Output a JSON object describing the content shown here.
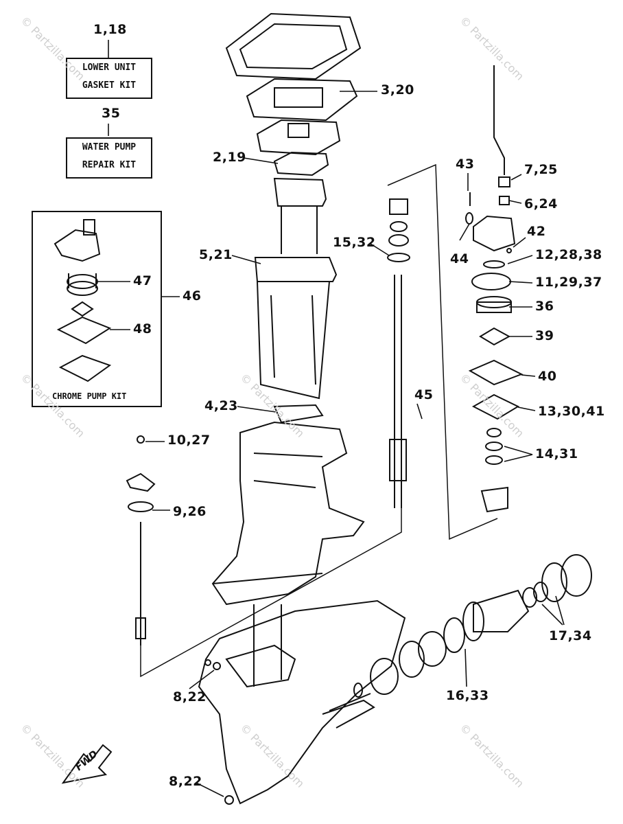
{
  "kits": {
    "lower_unit": {
      "ref": "1,18",
      "line1": "LOWER UNIT",
      "line2": "GASKET KIT"
    },
    "water_pump": {
      "ref": "35",
      "line1": "WATER PUMP",
      "line2": "REPAIR KIT"
    },
    "chrome_pump": {
      "ref": "46",
      "label": "CHROME PUMP KIT"
    }
  },
  "callouts": {
    "c3_20": "3,20",
    "c2_19": "2,19",
    "c5_21": "5,21",
    "c4_23": "4,23",
    "c15_32": "15,32",
    "c43": "43",
    "c44": "44",
    "c7_25": "7,25",
    "c6_24": "6,24",
    "c42": "42",
    "c12_28_38": "12,28,38",
    "c11_29_37": "11,29,37",
    "c36": "36",
    "c39": "39",
    "c40": "40",
    "c13_30_41": "13,30,41",
    "c14_31": "14,31",
    "c45": "45",
    "c47": "47",
    "c48": "48",
    "c10_27": "10,27",
    "c9_26": "9,26",
    "c8_22_top": "8,22",
    "c8_22_bottom": "8,22",
    "c16_33": "16,33",
    "c17_34": "17,34"
  },
  "fwd_label": "FWD",
  "watermark": "© Partzilla.com"
}
